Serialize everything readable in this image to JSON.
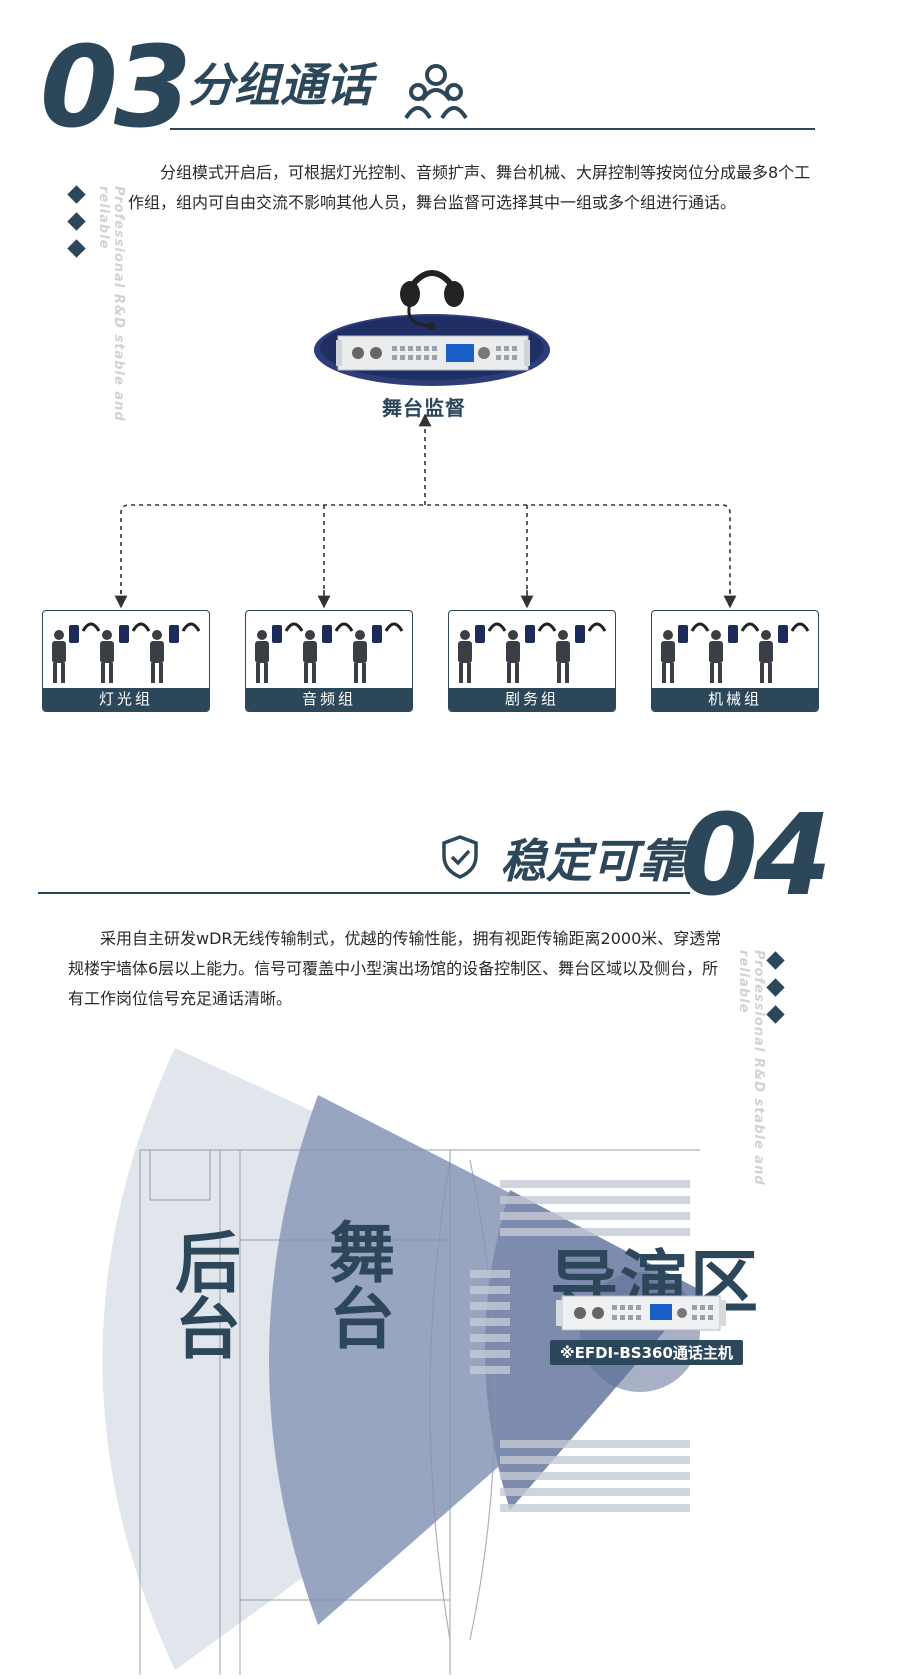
{
  "section1": {
    "number": "03",
    "title": "分组通话",
    "paragraph": "分组模式开启后，可根据灯光控制、音频扩声、舞台机械、大屏控制等按岗位分成最多8个工作组，组内可自由交流不影响其他人员，舞台监督可选择其中一组或多个组进行通话。",
    "vertical_text": "Professional R&D stable and reliable",
    "supervisor_label": "舞台监督",
    "groups": [
      {
        "label": "灯光组"
      },
      {
        "label": "音频组"
      },
      {
        "label": "剧务组"
      },
      {
        "label": "机械组"
      }
    ]
  },
  "section2": {
    "number": "04",
    "title": "稳定可靠",
    "paragraph": "采用自主研发wDR无线传输制式，优越的传输性能，拥有视距传输距离2000米、穿透常规楼宇墙体6层以上能力。信号可覆盖中小型演出场馆的设备控制区、舞台区域以及侧台，所有工作岗位信号充足通话清晰。",
    "vertical_text": "Professional R&D stable and reliable",
    "zones": {
      "backstage": "后台",
      "stage": "舞台",
      "director": "导演区"
    },
    "device_caption": "※EFDI-BS360通话主机"
  },
  "colors": {
    "primary": "#2c475a",
    "zone_light": "#e1e5ec",
    "zone_mid": "#98a5c1",
    "zone_dark": "#5e6f96"
  }
}
